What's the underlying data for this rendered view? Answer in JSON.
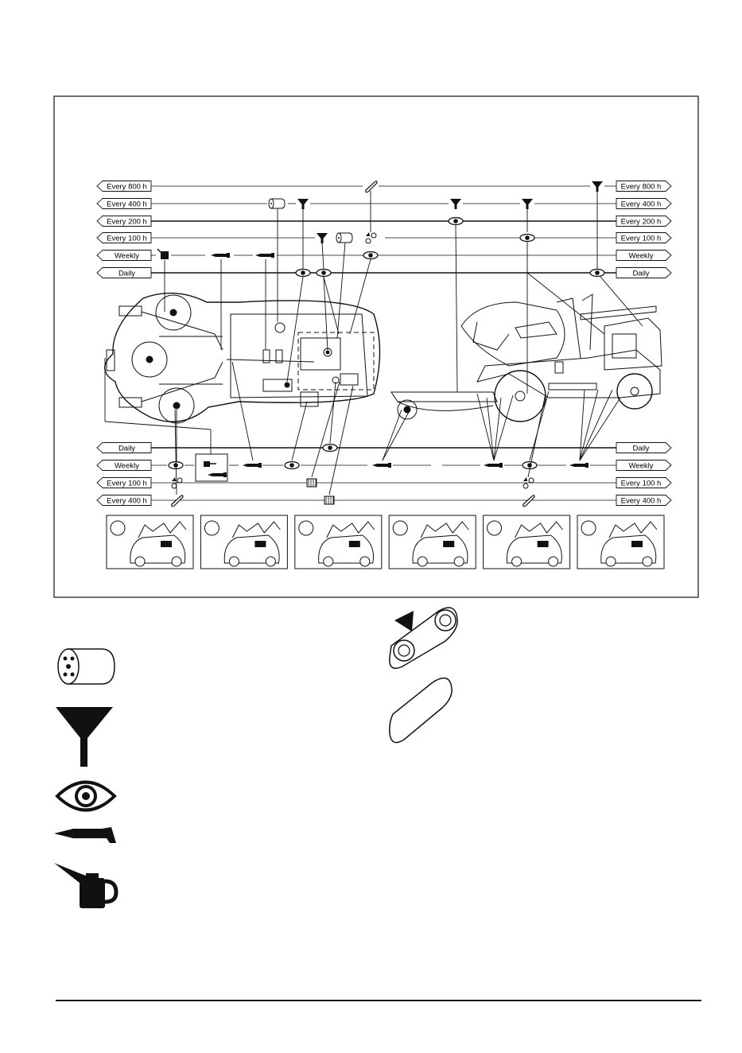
{
  "schedule": {
    "intervals_top": [
      {
        "label": "Every 800 h"
      },
      {
        "label": "Every 400 h"
      },
      {
        "label": "Every 200 h"
      },
      {
        "label": "Every 100 h"
      },
      {
        "label": "Weekly"
      },
      {
        "label": "Daily"
      }
    ],
    "intervals_bottom": [
      {
        "label": "Daily"
      },
      {
        "label": "Weekly"
      },
      {
        "label": "Every 100 h"
      },
      {
        "label": "Every 400 h"
      }
    ]
  },
  "panels": [
    {
      "icon": "fuel-oil-level-icon"
    },
    {
      "icon": "coolant-level-icon"
    },
    {
      "icon": "tyre-pressure-icon"
    },
    {
      "icon": "engine-oil-icon"
    },
    {
      "icon": "oil-change-icon"
    },
    {
      "icon": "battery-icon"
    }
  ],
  "legend": [
    {
      "icon": "filter-cartridge-icon"
    },
    {
      "icon": "funnel-icon"
    },
    {
      "icon": "eye-inspect-icon"
    },
    {
      "icon": "grease-gun-icon"
    },
    {
      "icon": "oil-can-icon"
    },
    {
      "icon": "belt-tension-icon"
    },
    {
      "icon": "belt-icon"
    }
  ]
}
